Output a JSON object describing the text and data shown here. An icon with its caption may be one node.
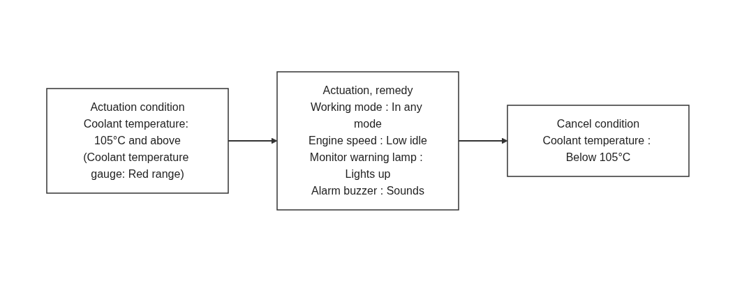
{
  "diagram": {
    "nodes": [
      {
        "text": [
          "Actuation condition",
          "Coolant temperature: 105°C and above",
          "(Coolant temperature gauge: Red range)"
        ]
      },
      {
        "text": [
          "Actuation, remedy",
          "Working mode : In any mode",
          "Engine speed : Low idle",
          "Monitor warning lamp : Lights up",
          "Alarm buzzer : Sounds"
        ]
      },
      {
        "text": [
          "Cancel condition",
          "Coolant temperature : Below 105°C"
        ]
      }
    ],
    "edges": [
      {
        "from": 0,
        "to": 1,
        "arrow": "to"
      },
      {
        "from": 1,
        "to": 2,
        "arrow": "to"
      }
    ]
  }
}
